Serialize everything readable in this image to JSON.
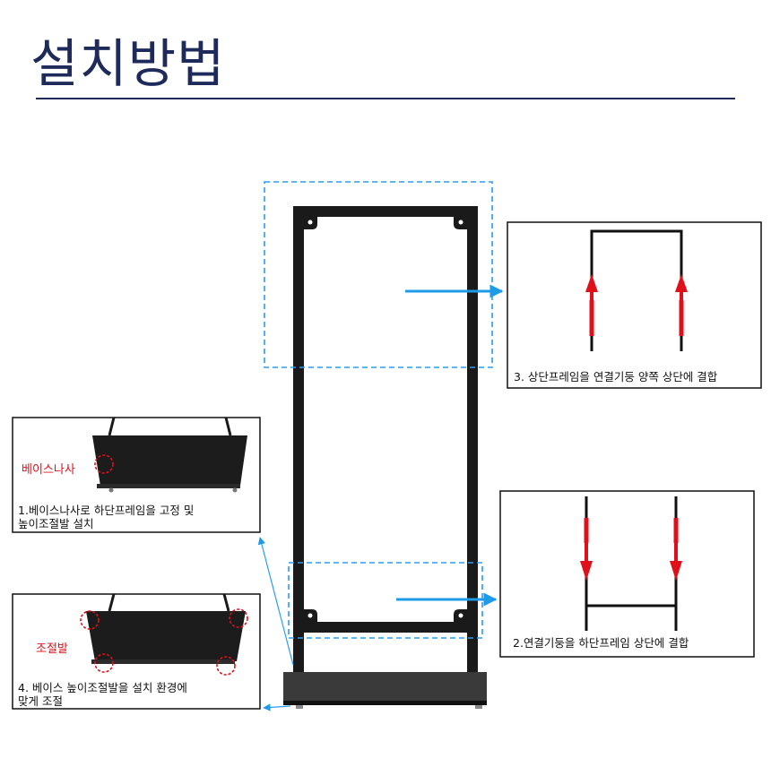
{
  "title": "설치방법",
  "steps": [
    {
      "id": 1,
      "caption_lines": [
        "1.베이스나사로 하단프레임을 고정 및",
        "높이조절발 설치"
      ],
      "label": "베이스나사"
    },
    {
      "id": 2,
      "caption_lines": [
        "2.연결기둥을 하단프레임 상단에 결합"
      ]
    },
    {
      "id": 3,
      "caption_lines": [
        "3. 상단프레임을 연결기둥 양쪽 상단에 결합"
      ]
    },
    {
      "id": 4,
      "caption_lines": [
        "4. 베이스 높이조절발을 설치 환경에",
        "맞게 조절"
      ],
      "label": "조절발"
    }
  ],
  "colors": {
    "title": "#1e2a5a",
    "frame": "#1a1a1a",
    "base": "#333333",
    "callout_dash": "#2a9df4",
    "pointer_arrow": "#1e9be8",
    "direction_arrow": "#e0101a",
    "highlight_circle": "#e0101a"
  },
  "icons": [
    "callout-arrow-icon",
    "up-arrow-icon",
    "down-arrow-icon",
    "dashed-circle-icon"
  ]
}
